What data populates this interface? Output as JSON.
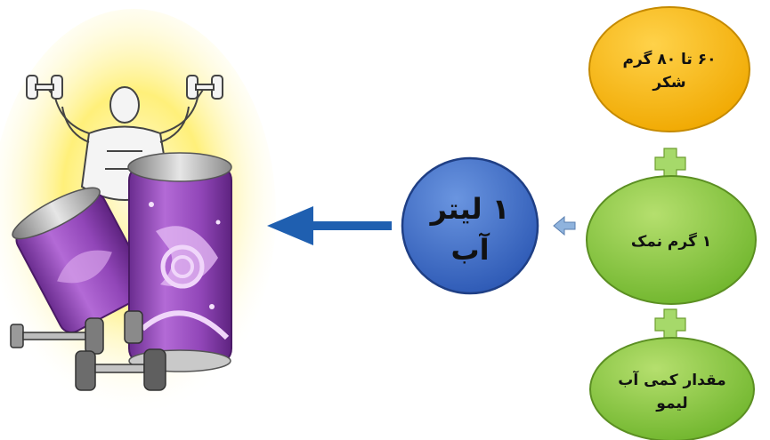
{
  "diagram": {
    "ingredients": [
      {
        "lines": [
          "۶۰ تا ۸۰ گرم",
          "شکر"
        ],
        "fill": "#f5b400"
      },
      {
        "lines": [
          "۱ گرم نمک"
        ],
        "fill": "#8cc63f"
      },
      {
        "lines": [
          "مقدار کمی آب",
          "لیمو"
        ],
        "fill": "#7ac142"
      }
    ],
    "result": {
      "lines": [
        "۱ لیتر",
        "آب"
      ],
      "fill": "#3f6ec9"
    },
    "colors": {
      "plus": "#a6d96a",
      "small_arrow": "#8fb3dd",
      "main_arrow": "#1f5fb0",
      "can_purple": "#8e44ad",
      "glow": "#ffd84a"
    },
    "illustration": "energy-drink-and-dumbbells-illustration"
  }
}
